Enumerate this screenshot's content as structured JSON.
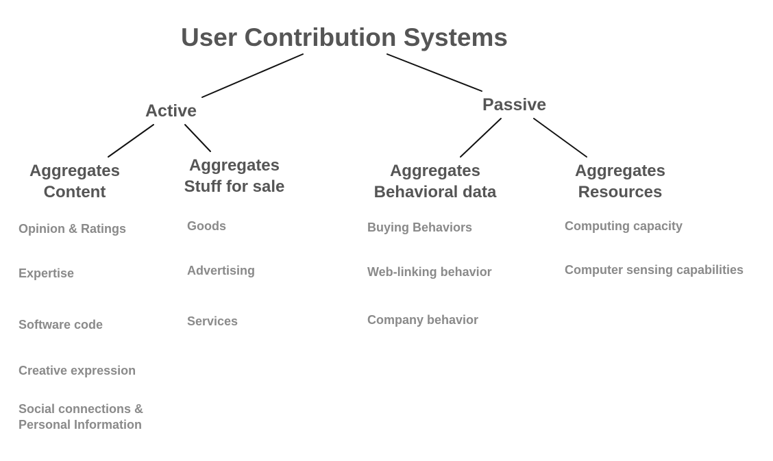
{
  "title": "User Contribution Systems",
  "branches": {
    "active": "Active",
    "passive": "Passive"
  },
  "categories": {
    "content": [
      "Aggregates",
      "Content"
    ],
    "stuff_for_sale": [
      "Aggregates",
      "Stuff for sale"
    ],
    "behavioral_data": [
      "Aggregates",
      "Behavioral data"
    ],
    "resources": [
      "Aggregates",
      "Resources"
    ]
  },
  "items": {
    "content": [
      [
        "Opinion & Ratings"
      ],
      [
        "Expertise"
      ],
      [
        "Software code"
      ],
      [
        "Creative expression"
      ],
      [
        "Social connections &",
        "Personal Information"
      ]
    ],
    "stuff_for_sale": [
      [
        "Goods"
      ],
      [
        "Advertising"
      ],
      [
        "Services"
      ]
    ],
    "behavioral_data": [
      [
        "Buying Behaviors"
      ],
      [
        "Web-linking behavior"
      ],
      [
        "Company behavior"
      ]
    ],
    "resources": [
      [
        "Computing capacity"
      ],
      [
        "Computer sensing capabilities"
      ]
    ]
  }
}
